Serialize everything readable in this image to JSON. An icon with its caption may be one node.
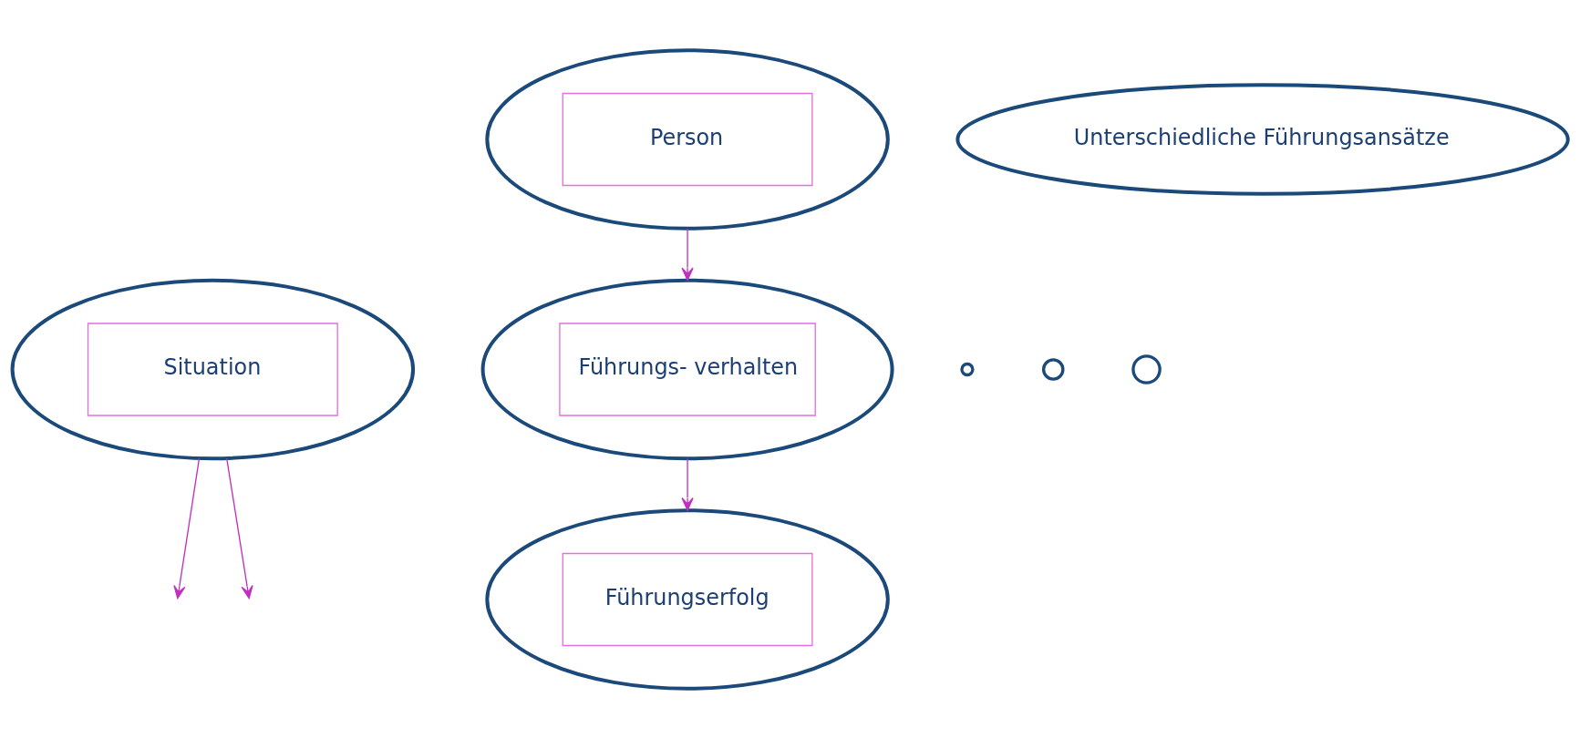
{
  "diagram": {
    "nodes": [
      {
        "text": [
          "Person"
        ]
      },
      {
        "text": [
          "Unterschiedliche Führungsansätze"
        ]
      },
      {
        "text": [],
        "shape": "circle"
      },
      {
        "text": [],
        "shape": "circle"
      },
      {
        "text": [],
        "shape": "circle"
      },
      {
        "text": [
          "Situation"
        ]
      },
      {
        "text": [
          "Führungs- verhalten"
        ]
      },
      {
        "text": [
          "Führungserfolg"
        ]
      }
    ],
    "edges": [
      {
        "from": 0,
        "to": 6,
        "arrow": "to"
      },
      {
        "from": 5,
        "to": null,
        "arrow": "to"
      },
      {
        "from": 5,
        "to": null,
        "arrow": "to"
      },
      {
        "from": 6,
        "to": 7,
        "arrow": "to"
      }
    ]
  }
}
